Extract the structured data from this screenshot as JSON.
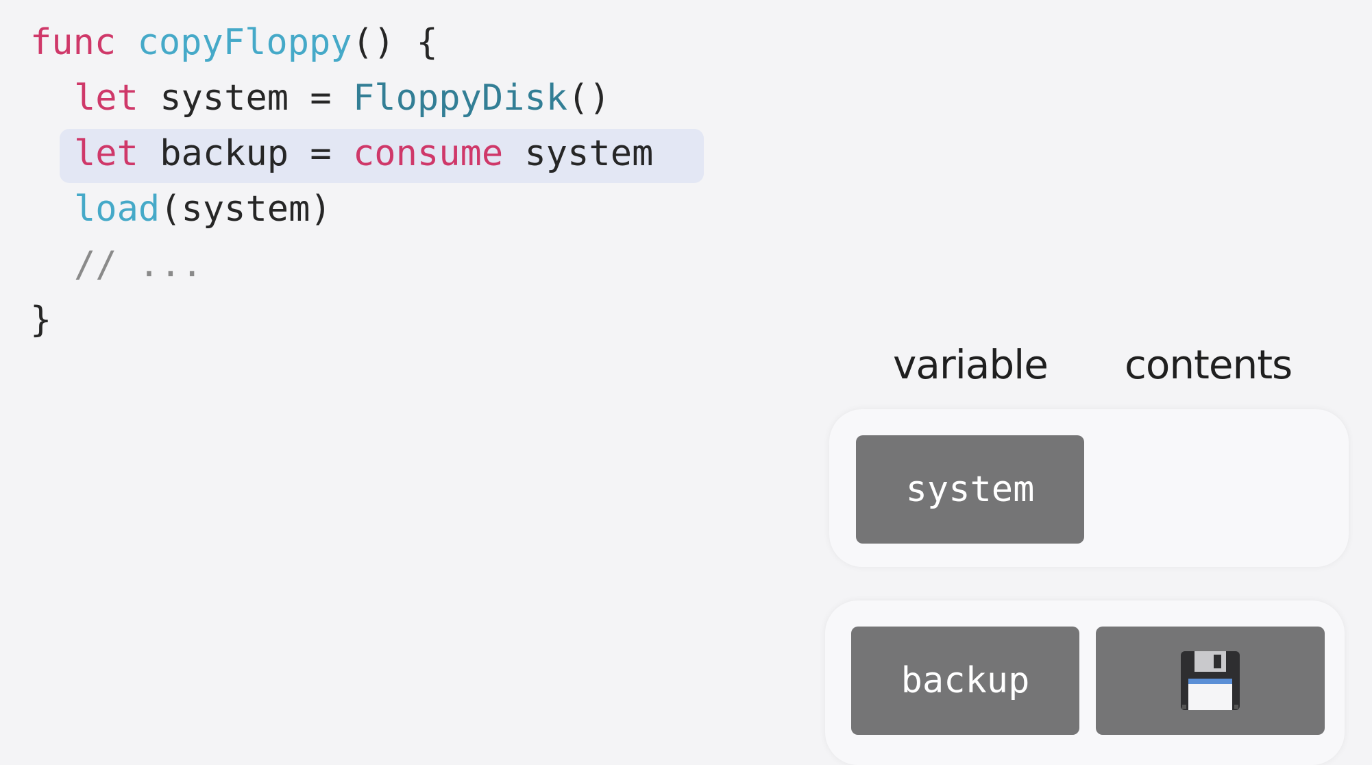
{
  "code": {
    "line1": {
      "kw": "func",
      "name": "copyFloppy",
      "rest": "() {"
    },
    "line2": {
      "kw": "let",
      "mid": " system = ",
      "type": "FloppyDisk",
      "rest": "()"
    },
    "line3": {
      "kw": "let",
      "mid": " backup = ",
      "kw2": "consume",
      "rest": " system"
    },
    "line4": {
      "fn": "load",
      "rest": "(system)"
    },
    "line5": {
      "comment": "// ..."
    },
    "line6": {
      "brace": "}"
    }
  },
  "table": {
    "header_variable": "variable",
    "header_contents": "contents",
    "rows": [
      {
        "variable": "system",
        "contents": ""
      },
      {
        "variable": "backup",
        "contents_icon": "floppy-disk-icon"
      }
    ]
  },
  "colors": {
    "keyword": "#cf3869",
    "function": "#45a9c8",
    "type": "#327e95",
    "comment": "#8a8a8a",
    "highlight": "#e3e7f4",
    "cell": "#757576"
  }
}
